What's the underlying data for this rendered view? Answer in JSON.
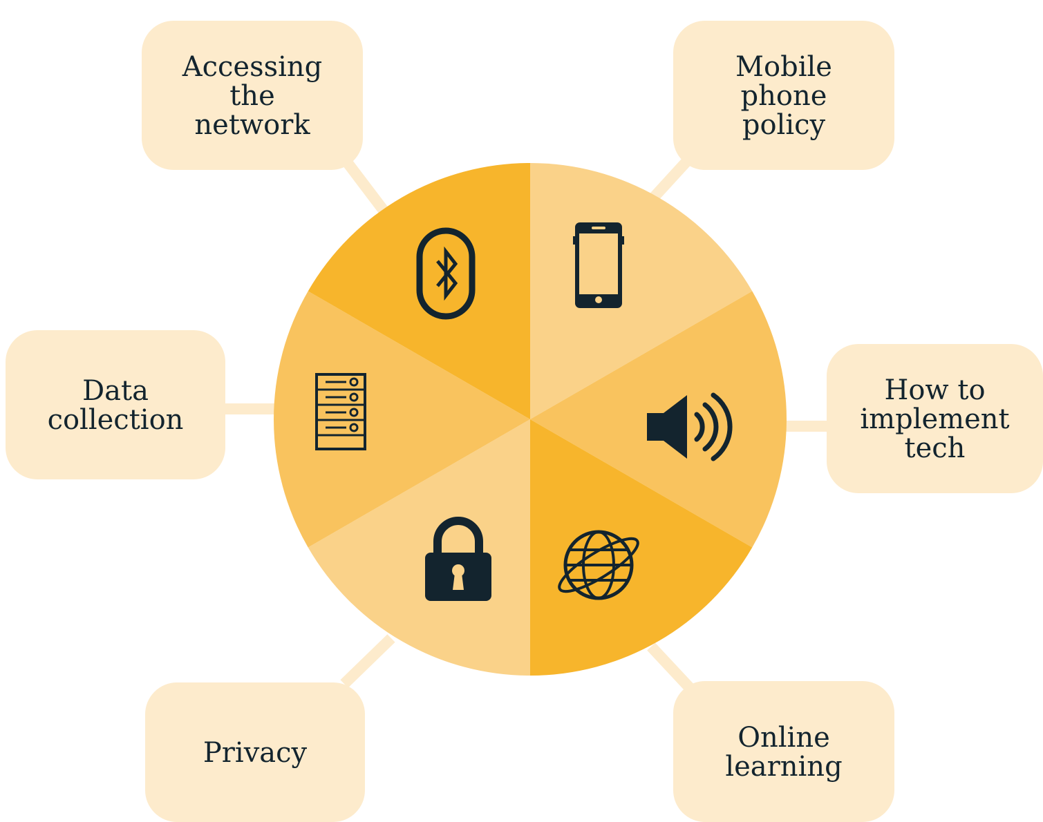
{
  "colors": {
    "box_fill": "#fdebcc",
    "connector": "#fdebcc",
    "icon": "#13242e",
    "label_text": "#13242e",
    "segment_dark": "#f7b52c",
    "segment_mid": "#f9c35e",
    "segment_light": "#fad289"
  },
  "topics": [
    {
      "id": "accessing-network",
      "lines": [
        "Accessing",
        "the",
        "network"
      ],
      "icon": "bluetooth-icon",
      "segment_color": "segment_dark"
    },
    {
      "id": "mobile-phone-policy",
      "lines": [
        "Mobile",
        "phone",
        "policy"
      ],
      "icon": "smartphone-icon",
      "segment_color": "segment_light"
    },
    {
      "id": "implement-tech",
      "lines": [
        "How to",
        "implement",
        "tech"
      ],
      "icon": "speaker-icon",
      "segment_color": "segment_mid"
    },
    {
      "id": "online-learning",
      "lines": [
        "Online",
        "learning"
      ],
      "icon": "globe-icon",
      "segment_color": "segment_dark"
    },
    {
      "id": "privacy",
      "lines": [
        "Privacy"
      ],
      "icon": "padlock-icon",
      "segment_color": "segment_light"
    },
    {
      "id": "data-collection",
      "lines": [
        "Data",
        "collection"
      ],
      "icon": "server-icon",
      "segment_color": "segment_mid"
    }
  ]
}
